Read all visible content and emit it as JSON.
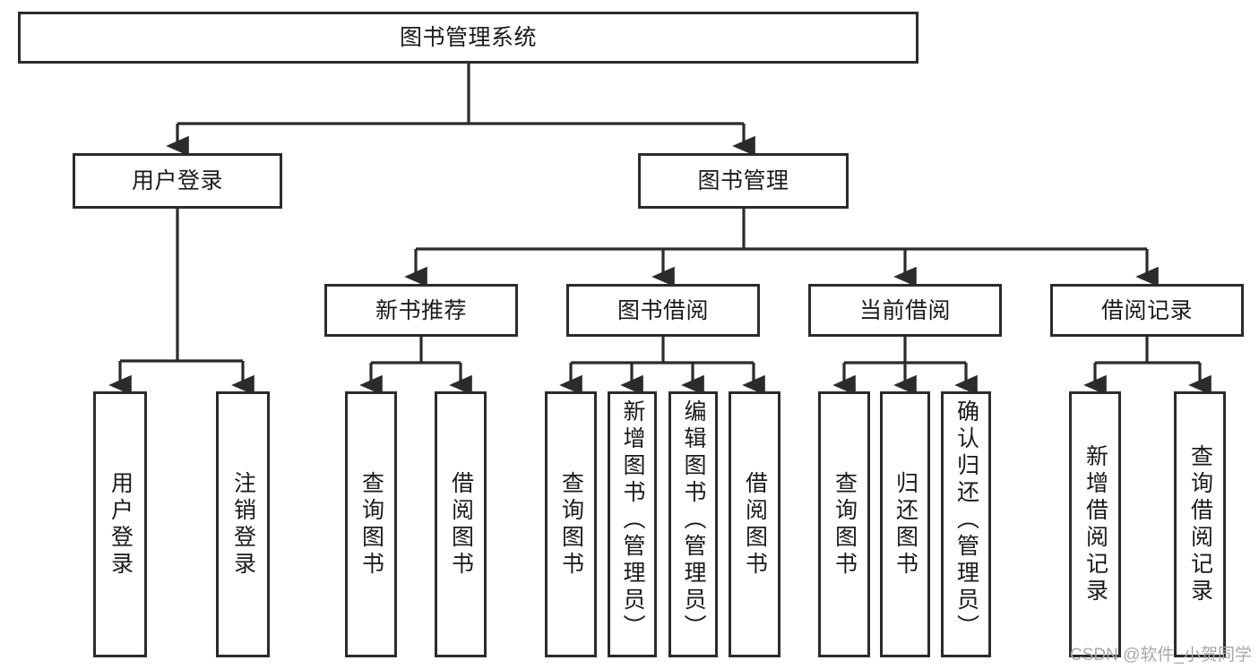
{
  "diagram": {
    "title": "图书管理系统",
    "type": "hierarchy-tree",
    "colors": {
      "box_border": "#2b2b2b",
      "box_fill": "#ffffff",
      "edge": "#2b2b2b",
      "text": "#1a1a1a",
      "watermark": "#a8a8a8"
    },
    "root": {
      "id": "root",
      "label": "图书管理系统"
    },
    "level1": [
      {
        "id": "user-login",
        "label": "用户登录"
      },
      {
        "id": "book-management",
        "label": "图书管理"
      }
    ],
    "level2": [
      {
        "id": "new-book-recommend",
        "label": "新书推荐",
        "parent": "book-management"
      },
      {
        "id": "book-borrow",
        "label": "图书借阅",
        "parent": "book-management"
      },
      {
        "id": "current-borrow",
        "label": "当前借阅",
        "parent": "book-management"
      },
      {
        "id": "borrow-record",
        "label": "借阅记录",
        "parent": "book-management"
      }
    ],
    "leaves": {
      "user-login": [
        {
          "id": "leaf-user-login",
          "label": "用户登录"
        },
        {
          "id": "leaf-logout",
          "label": "注销登录"
        }
      ],
      "new-book-recommend": [
        {
          "id": "leaf-query-book-1",
          "label": "查询图书"
        },
        {
          "id": "leaf-borrow-book-1",
          "label": "借阅图书"
        }
      ],
      "book-borrow": [
        {
          "id": "leaf-query-book-2",
          "label": "查询图书"
        },
        {
          "id": "leaf-add-book",
          "label": "新增图书（管理员）"
        },
        {
          "id": "leaf-edit-book",
          "label": "编辑图书（管理员）"
        },
        {
          "id": "leaf-borrow-book-2",
          "label": "借阅图书"
        }
      ],
      "current-borrow": [
        {
          "id": "leaf-query-book-3",
          "label": "查询图书"
        },
        {
          "id": "leaf-return-book",
          "label": "归还图书"
        },
        {
          "id": "leaf-confirm-return",
          "label": "确认归还（管理员）"
        }
      ],
      "borrow-record": [
        {
          "id": "leaf-add-record",
          "label": "新增借阅记录"
        },
        {
          "id": "leaf-query-record",
          "label": "查询借阅记录"
        }
      ]
    }
  },
  "watermark": {
    "text": "CSDN @软件_小贺同学"
  }
}
